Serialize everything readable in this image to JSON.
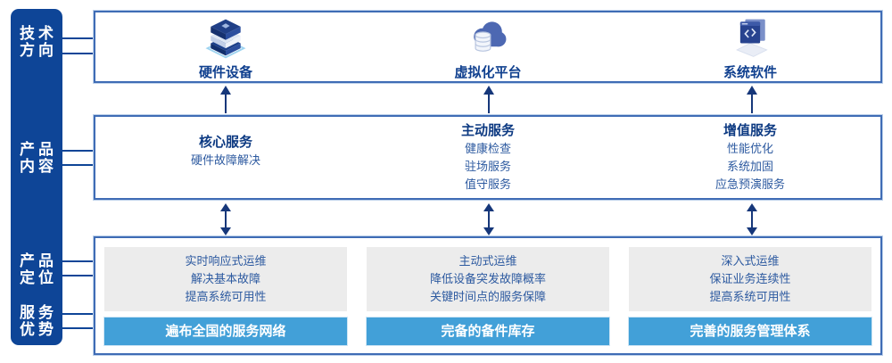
{
  "colors": {
    "pillar_bg": "#0e4597",
    "box_border": "#3f6cb5",
    "arrow": "#16377a",
    "title_text": "#0d3a82",
    "body_text": "#2d5aa0",
    "gray_panel_bg": "#ececec",
    "blue_bar_bg": "#42a0d8",
    "bar_text": "#ffffff"
  },
  "sidebar": {
    "labels": [
      {
        "line1": "技术",
        "line2": "方向"
      },
      {
        "line1": "产品",
        "line2": "内容"
      },
      {
        "line1": "产品",
        "line2": "定位"
      },
      {
        "line1": "服务",
        "line2": "优势"
      }
    ]
  },
  "tech_row": {
    "items": [
      {
        "icon": "server-stack-icon",
        "label": "硬件设备"
      },
      {
        "icon": "cloud-database-icon",
        "label": "虚拟化平台"
      },
      {
        "icon": "software-window-icon",
        "label": "系统软件"
      }
    ]
  },
  "content_row": {
    "columns": [
      {
        "title": "核心服务",
        "items": [
          "硬件故障解决"
        ]
      },
      {
        "title": "主动服务",
        "items": [
          "健康检查",
          "驻场服务",
          "值守服务"
        ]
      },
      {
        "title": "增值服务",
        "items": [
          "性能优化",
          "系统加固",
          "应急预演服务"
        ]
      }
    ]
  },
  "position_row": {
    "columns": [
      {
        "lines": [
          "实时响应式运维",
          "解决基本故障",
          "提高系统可用性"
        ],
        "bar": "遍布全国的服务网络"
      },
      {
        "lines": [
          "主动式运维",
          "降低设备突发故障概率",
          "关键时间点的服务保障"
        ],
        "bar": "完备的备件库存"
      },
      {
        "lines": [
          "深入式运维",
          "保证业务连续性",
          "提高系统可用性"
        ],
        "bar": "完善的服务管理体系"
      }
    ]
  }
}
